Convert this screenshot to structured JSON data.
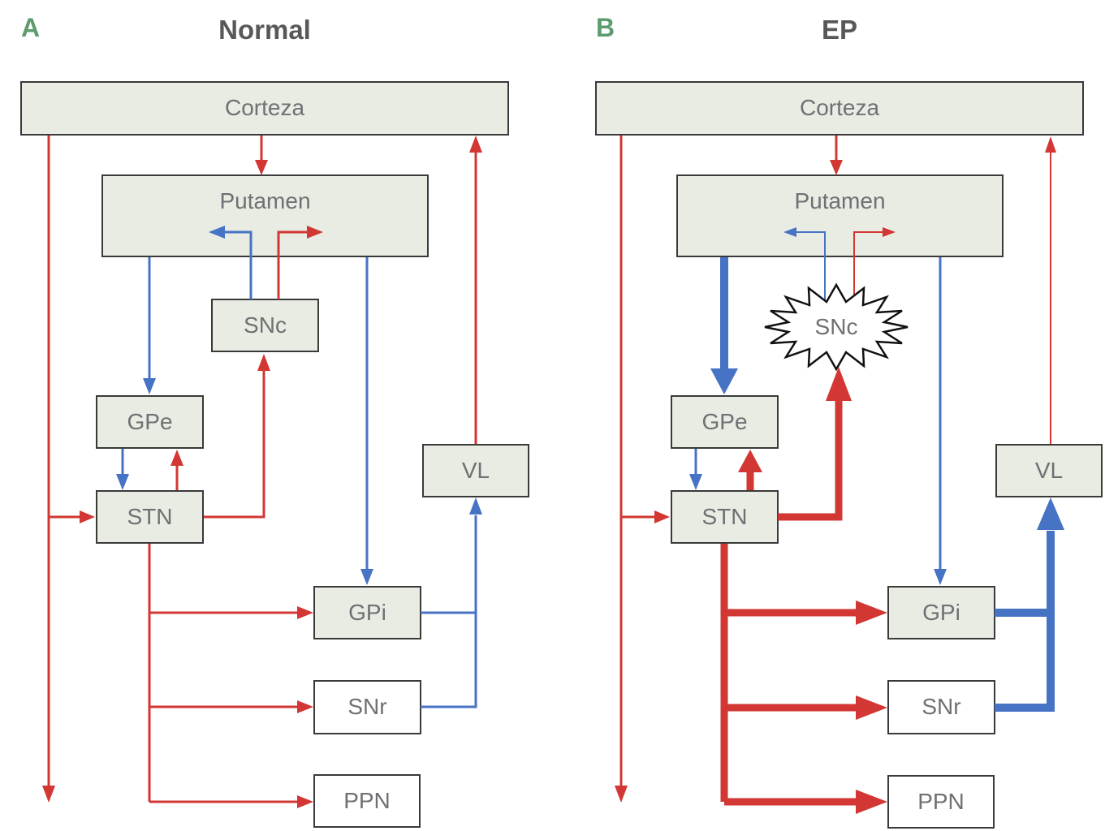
{
  "figure": {
    "panels": [
      {
        "label": "A",
        "title": "Normal",
        "nodes": {
          "corteza": "Corteza",
          "putamen": "Putamen",
          "snc": "SNc",
          "gpe": "GPe",
          "stn": "STN",
          "vl": "VL",
          "gpi": "GPi",
          "snr": "SNr",
          "ppn": "PPN"
        }
      },
      {
        "label": "B",
        "title": "EP",
        "nodes": {
          "corteza": "Corteza",
          "putamen": "Putamen",
          "snc": "SNc",
          "gpe": "GPe",
          "stn": "STN",
          "vl": "VL",
          "gpi": "GPi",
          "snr": "SNr",
          "ppn": "PPN"
        }
      }
    ]
  },
  "connections": [
    {
      "panel": "A",
      "from": "Corteza",
      "to": "Putamen",
      "type": "excitatory",
      "weight": "normal"
    },
    {
      "panel": "A",
      "from": "Corteza",
      "to": "descending-output",
      "type": "excitatory",
      "weight": "normal"
    },
    {
      "panel": "A",
      "from": "Corteza",
      "to": "STN",
      "type": "excitatory",
      "weight": "normal"
    },
    {
      "panel": "A",
      "from": "Putamen",
      "to": "GPe",
      "type": "inhibitory",
      "weight": "normal"
    },
    {
      "panel": "A",
      "from": "GPe",
      "to": "STN",
      "type": "inhibitory",
      "weight": "normal"
    },
    {
      "panel": "A",
      "from": "STN",
      "to": "GPe",
      "type": "excitatory",
      "weight": "normal"
    },
    {
      "panel": "A",
      "from": "STN",
      "to": "SNc",
      "type": "excitatory",
      "weight": "normal"
    },
    {
      "panel": "A",
      "from": "SNc",
      "to": "Putamen",
      "type": "inhibitory",
      "weight": "normal"
    },
    {
      "panel": "A",
      "from": "SNc",
      "to": "Putamen",
      "type": "excitatory",
      "weight": "normal"
    },
    {
      "panel": "A",
      "from": "Putamen",
      "to": "GPi",
      "type": "inhibitory",
      "weight": "normal"
    },
    {
      "panel": "A",
      "from": "STN",
      "to": "GPi",
      "type": "excitatory",
      "weight": "normal"
    },
    {
      "panel": "A",
      "from": "STN",
      "to": "SNr",
      "type": "excitatory",
      "weight": "normal"
    },
    {
      "panel": "A",
      "from": "STN",
      "to": "PPN",
      "type": "excitatory",
      "weight": "normal"
    },
    {
      "panel": "A",
      "from": "GPi",
      "to": "VL",
      "type": "inhibitory",
      "weight": "normal"
    },
    {
      "panel": "A",
      "from": "SNr",
      "to": "VL",
      "type": "inhibitory",
      "weight": "normal"
    },
    {
      "panel": "A",
      "from": "VL",
      "to": "Corteza",
      "type": "excitatory",
      "weight": "normal"
    },
    {
      "panel": "B",
      "from": "Corteza",
      "to": "Putamen",
      "type": "excitatory",
      "weight": "normal"
    },
    {
      "panel": "B",
      "from": "Corteza",
      "to": "descending-output",
      "type": "excitatory",
      "weight": "normal"
    },
    {
      "panel": "B",
      "from": "Corteza",
      "to": "STN",
      "type": "excitatory",
      "weight": "normal"
    },
    {
      "panel": "B",
      "from": "Putamen",
      "to": "GPe",
      "type": "inhibitory",
      "weight": "increased"
    },
    {
      "panel": "B",
      "from": "GPe",
      "to": "STN",
      "type": "inhibitory",
      "weight": "normal"
    },
    {
      "panel": "B",
      "from": "STN",
      "to": "GPe",
      "type": "excitatory",
      "weight": "increased"
    },
    {
      "panel": "B",
      "from": "STN",
      "to": "SNc",
      "type": "excitatory",
      "weight": "increased"
    },
    {
      "panel": "B",
      "from": "SNc",
      "to": "Putamen",
      "type": "inhibitory",
      "weight": "decreased"
    },
    {
      "panel": "B",
      "from": "SNc",
      "to": "Putamen",
      "type": "excitatory",
      "weight": "decreased"
    },
    {
      "panel": "B",
      "from": "Putamen",
      "to": "GPi",
      "type": "inhibitory",
      "weight": "normal"
    },
    {
      "panel": "B",
      "from": "STN",
      "to": "GPi",
      "type": "excitatory",
      "weight": "increased"
    },
    {
      "panel": "B",
      "from": "STN",
      "to": "SNr",
      "type": "excitatory",
      "weight": "increased"
    },
    {
      "panel": "B",
      "from": "STN",
      "to": "PPN",
      "type": "excitatory",
      "weight": "increased"
    },
    {
      "panel": "B",
      "from": "GPi",
      "to": "VL",
      "type": "inhibitory",
      "weight": "increased"
    },
    {
      "panel": "B",
      "from": "SNr",
      "to": "VL",
      "type": "inhibitory",
      "weight": "increased"
    },
    {
      "panel": "B",
      "from": "VL",
      "to": "Corteza",
      "type": "excitatory",
      "weight": "decreased"
    },
    {
      "panel": "B",
      "from": "SNc",
      "to": "SNc",
      "type": "degeneration",
      "weight": "lesion-starburst"
    }
  ],
  "colors": {
    "excitatory": "#d23733",
    "inhibitory": "#4673c4",
    "panel_letter": "#5d9c6e",
    "title_text": "#57585a",
    "node_fill": "#e8ece3",
    "node_fill_white": "#ffffff",
    "node_border": "#3a3a3a",
    "node_text": "#6e7073",
    "starburst_stroke": "#111111"
  }
}
